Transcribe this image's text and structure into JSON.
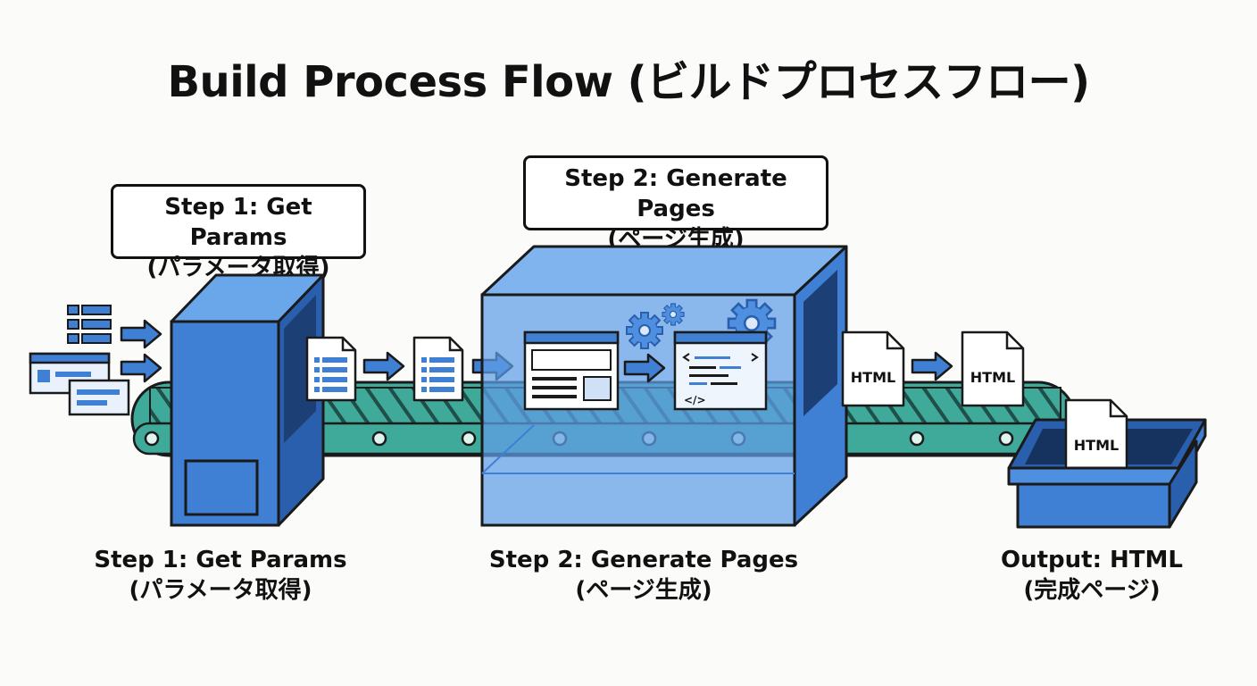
{
  "title": "Build Process Flow (ビルドプロセスフロー)",
  "step1": {
    "callout_line1": "Step 1: Get Params",
    "callout_line2": "(パラメータ取得)",
    "caption_line1": "Step 1: Get Params",
    "caption_line2": "(パラメータ取得)"
  },
  "step2": {
    "callout_line1": "Step 2: Generate Pages",
    "callout_line2": "(ページ生成)",
    "caption_line1": "Step 2: Generate Pages",
    "caption_line2": "(ページ生成)"
  },
  "output": {
    "caption_line1": "Output: HTML",
    "caption_line2": "(完成ページ)",
    "doc_label": "HTML"
  },
  "colors": {
    "machine_blue": "#3f7fd4",
    "machine_dark": "#2a5fae",
    "belt_teal": "#3fa99a",
    "outline": "#1a1a1a",
    "background": "#fbfbfa"
  },
  "icons": [
    "params-grid-icon",
    "params-form-icon",
    "document-list-icon",
    "webpage-layout-icon",
    "code-window-icon",
    "gear-icon",
    "html-file-icon",
    "output-bin-icon",
    "arrow-right-icon"
  ]
}
